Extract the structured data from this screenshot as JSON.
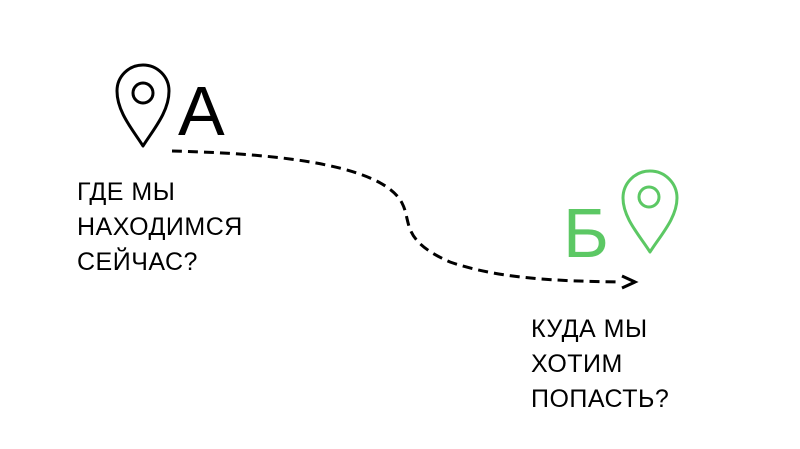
{
  "start": {
    "letter": "А",
    "caption_lines": [
      "ГДЕ МЫ",
      "НАХОДИМСЯ",
      "СЕЙЧАС?"
    ],
    "pin_icon": "map-pin-icon",
    "color": "#000000"
  },
  "end": {
    "letter": "Б",
    "caption_lines": [
      "КУДА МЫ",
      "ХОТИМ",
      "ПОПАСТЬ?"
    ],
    "pin_icon": "map-pin-icon",
    "color": "#5cc864"
  },
  "route": {
    "style": "dashed",
    "color": "#000000",
    "arrow": "arrowhead"
  }
}
